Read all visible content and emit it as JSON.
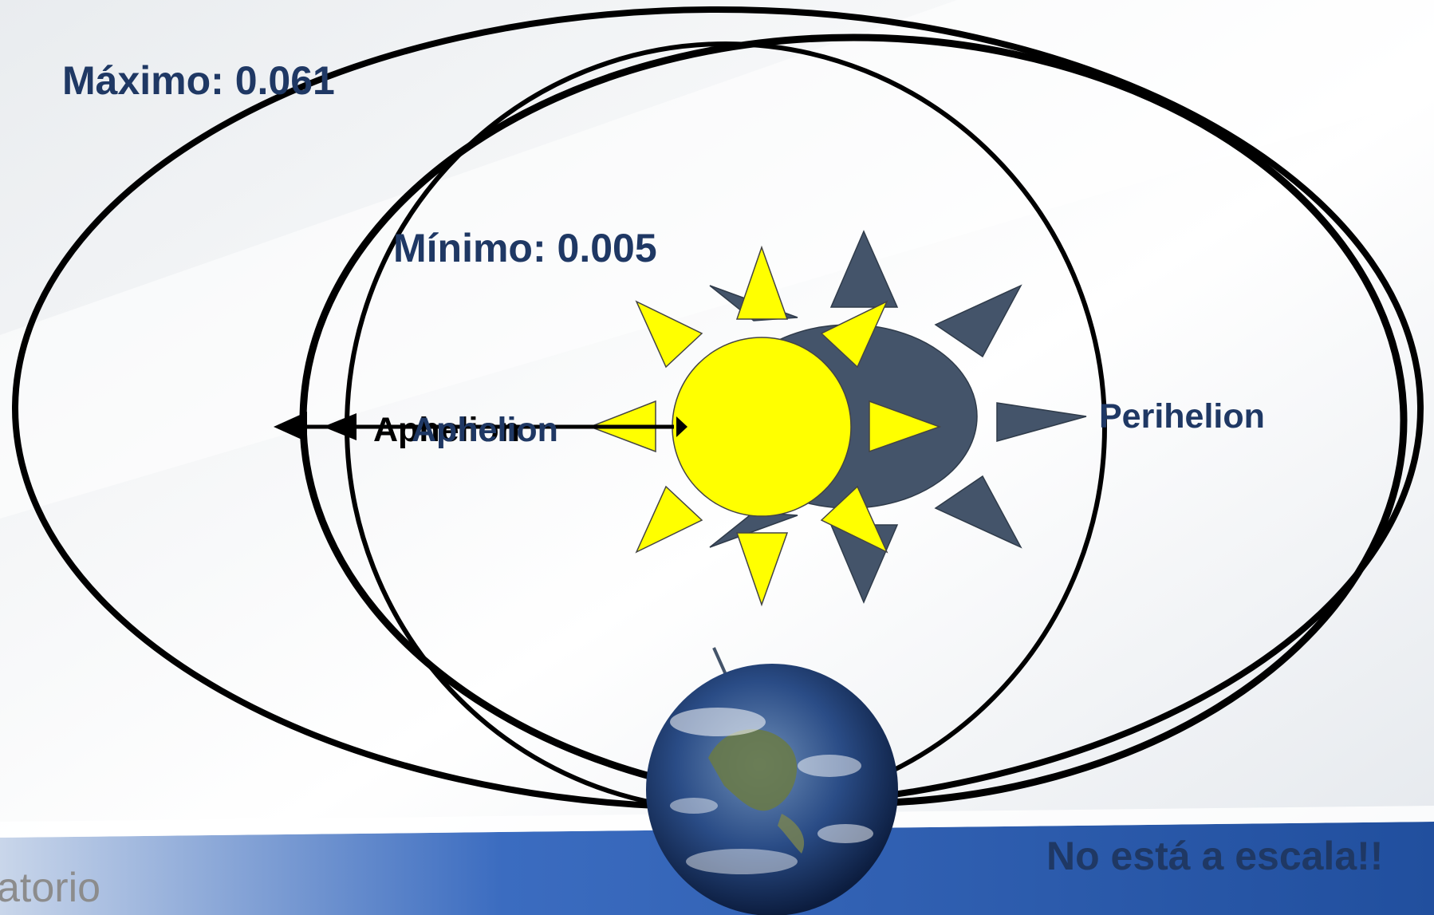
{
  "labels": {
    "maximo": "Máximo: 0.061",
    "minimo": "Mínimo: 0.005",
    "aphelion_outer": "Aphelion",
    "aphelion_inner": "Aphelion",
    "perihelion": "Perihelion",
    "no_escala": "No está a escala!!",
    "footer_fragment": "atorio"
  },
  "colors": {
    "label_blue": "#1f3864",
    "sun_yellow": "#ffff00",
    "shadow_sun": "#44546a",
    "footer_bar": "#2e5aa7"
  },
  "icons": {
    "sun": "sun-icon",
    "shadow_sun": "shadow-sun-icon",
    "earth": "earth-icon"
  }
}
